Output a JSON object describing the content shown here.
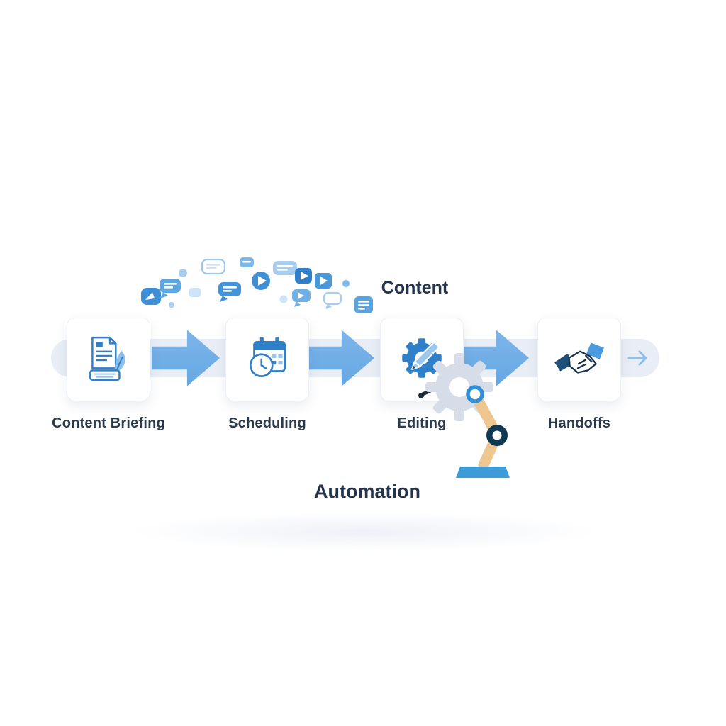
{
  "diagram": {
    "heading_top": "Content",
    "heading_bottom": "Automation",
    "steps": [
      {
        "label": "Content Briefing",
        "icon": "document-quill-keyboard-icon"
      },
      {
        "label": "Scheduling",
        "icon": "calendar-clock-icon"
      },
      {
        "label": "Editing",
        "icon": "gear-pencil-icon"
      },
      {
        "label": "Handoffs",
        "icon": "handshake-icon"
      }
    ],
    "decorations": {
      "bubble_cluster_icons": [
        "megaphone-bubble-icon",
        "speech-bubble-icon",
        "text-lines-bubble-icon",
        "video-play-bubble-icon",
        "video-play-circle-icon",
        "chat-square-icon"
      ],
      "robot_icons": [
        "automation-gear-icon",
        "robot-arm",
        "robot-arm-joint",
        "robot-arm-base"
      ],
      "end_arrow_icon": "end-arrow-icon"
    },
    "colors": {
      "arrow_blue": "#6fade5",
      "icon_blue": "#2f7fc9",
      "band": "#e9eef6",
      "text_dark": "#2b3a4c",
      "bubble_light": "#a9cdee",
      "robot_tan": "#eec68f",
      "robot_navy": "#0f3951",
      "base_blue": "#3d9bd8",
      "gear_gray": "#d6dde8"
    }
  }
}
